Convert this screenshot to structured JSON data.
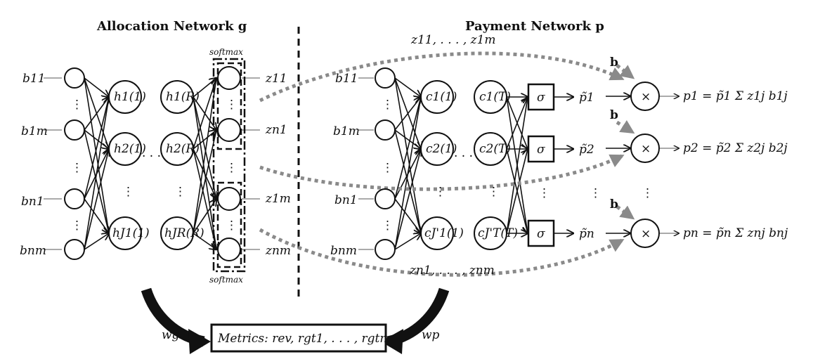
{
  "titles": {
    "allocation": "Allocation Network g",
    "payment": "Payment Network p"
  },
  "bids": {
    "left": [
      "b11",
      "b1m",
      "bn1",
      "bnm"
    ],
    "right": [
      "b11",
      "b1m",
      "bn1",
      "bnm"
    ]
  },
  "hidden_alloc": {
    "first": [
      "h1(1)",
      "h2(1)",
      "hJ1(1)"
    ],
    "last": [
      "h1(R)",
      "h2(R)",
      "hJR(R)"
    ]
  },
  "softmax_top": "softmax",
  "softmax_bottom": "softmax",
  "alloc_outputs": [
    "z11",
    "zn1",
    "z1m",
    "znm"
  ],
  "hidden_pay": {
    "first": [
      "c1(1)",
      "c2(1)",
      "cJ'1(1)"
    ],
    "last": [
      "c1(T)",
      "c2(T)",
      "cJ'T(T)"
    ]
  },
  "sigma_label": "σ",
  "p_tilde": [
    "p̃1",
    "p̃2",
    "p̃n"
  ],
  "times_label": "×",
  "b_vector": "b",
  "payments": [
    "p1 = p̃1 Σ z1j b1j",
    "p2 = p̃2 Σ z2j b2j",
    "pn = p̃n Σ znj bnj"
  ],
  "z_top_label": "z11, . . . , z1m",
  "z_bottom_label": "zn1, . . . , znm",
  "metrics": "Metrics: rev, rgt1, . . . , rgtn",
  "weights": [
    "wg",
    "wp"
  ],
  "ellipsis_h": "· · ·",
  "ellipsis_v": "⋮"
}
